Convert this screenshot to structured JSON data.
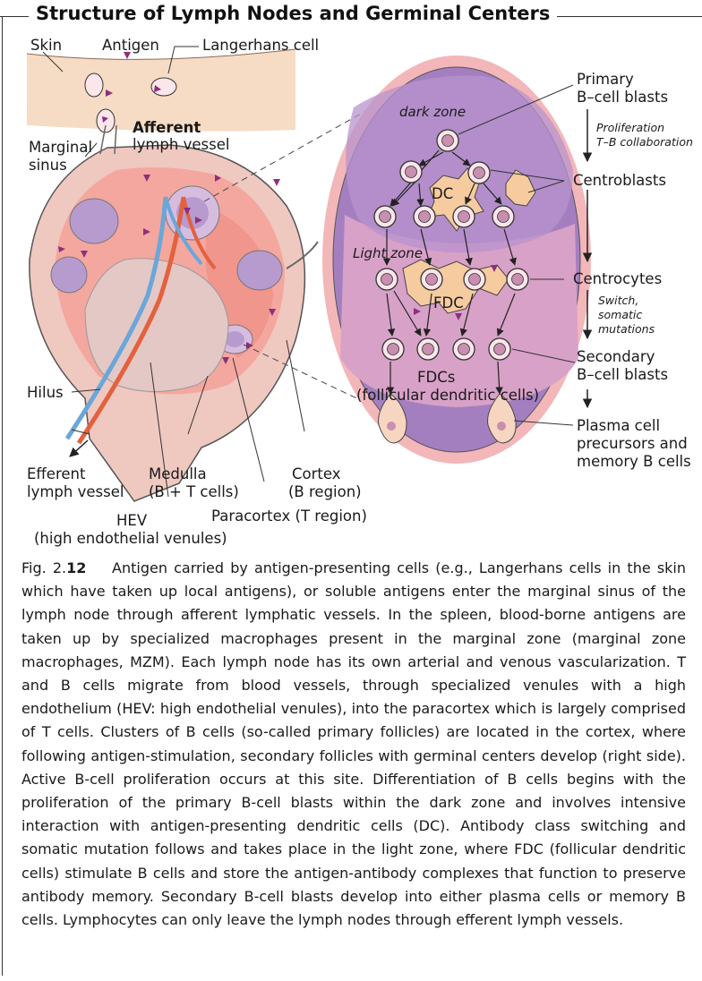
{
  "title": "Structure of Lymph Nodes and Germinal Centers",
  "labels": {
    "skin": "Skin",
    "antigen": "Antigen",
    "langerhans": "Langerhans cell",
    "afferent_1": "Afferent",
    "afferent_2": "lymph vessel",
    "marginal_1": "Marginal",
    "marginal_2": "sinus",
    "hilus": "Hilus",
    "efferent_1": "Efferent",
    "efferent_2": "lymph vessel",
    "medulla_1": "Medulla",
    "medulla_2": "(B + T cells)",
    "cortex_1": "Cortex",
    "cortex_2": "(B region)",
    "hev_1": "HEV",
    "hev_2": "(high endothelial venules)",
    "paracortex": "Paracortex (T region)",
    "dark_zone": "dark zone",
    "light_zone": "Light zone",
    "dc": "DC",
    "fdc": "FDC",
    "fdcs_1": "FDCs",
    "fdcs_2": "(follicular dendritic cells)",
    "primary_1": "Primary",
    "primary_2": "B–cell blasts",
    "prolif_1": "Proliferation",
    "prolif_2": "T–B collaboration",
    "centroblasts": "Centroblasts",
    "centrocytes": "Centrocytes",
    "switch_1": "Switch,",
    "switch_2": "somatic",
    "switch_3": "mutations",
    "secondary_1": "Secondary",
    "secondary_2": "B–cell blasts",
    "plasma_1": "Plasma cell",
    "plasma_2": "precursors and",
    "plasma_3": "memory B cells"
  },
  "caption": {
    "fig_prefix": "Fig. 2.",
    "fig_number": "12",
    "text": "Antigen carried by antigen-presenting cells (e.g., Langerhans cells in the skin which have taken up local antigens), or soluble antigens enter the marginal sinus of the lymph node through afferent lymphatic vessels. In the spleen, blood-borne antigens are taken up by specialized macrophages present in the marginal zone (marginal zone macrophages, MZM). Each lymph node has its own arterial and venous vascularization. T and B cells migrate from blood vessels, through specialized venules with a high endothelium (HEV: high endothelial venules), into the paracortex which is largely comprised of T cells. Clusters of B cells (so-called primary follicles) are located in the cortex, where following antigen-stimulation, secondary follicles with germinal centers develop (right side). Active B-cell proliferation occurs at this site. Differentiation of B cells begins with the proliferation of the primary B-cell blasts within the dark zone and involves intensive interaction with antigen-presenting dendritic cells (DC). Antibody class switching and somatic mutation follows and takes place in the light zone, where FDC (follicular dendritic cells) stimulate B cells and store the antigen-antibody complexes that function to preserve antibody memory. Secondary B-cell blasts develop into either plasma cells or memory B cells. Lymphocytes can only leave the lymph nodes through efferent lymph vessels."
  },
  "colors": {
    "skin": "#f6dcc4",
    "node_outer": "#efc8c0",
    "cortex_pink": "#f4a79e",
    "follicle_purple": "#b79bcf",
    "germinal_outer": "#f3b7b9",
    "dark_zone": "#a47fc0",
    "light_zone": "#d8a1c8",
    "antigen": "#8e2f7e",
    "vessel_blue": "#6aa7d8",
    "vessel_red": "#e4613d",
    "fdc_fill": "#f6cba0"
  }
}
